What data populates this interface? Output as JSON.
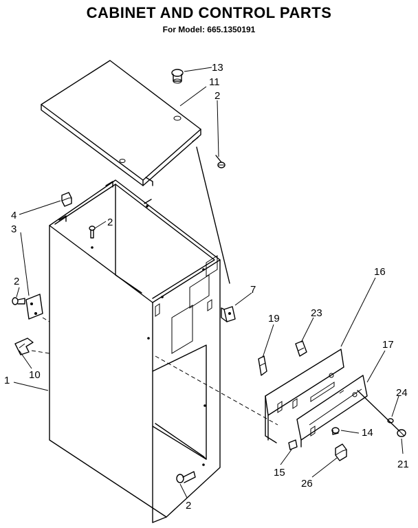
{
  "header": {
    "title": "CABINET AND CONTROL PARTS",
    "model_line": "For Model: 665.1350191"
  },
  "callouts": {
    "c13": "13",
    "c11": "11",
    "c2_top": "2",
    "c4": "4",
    "c3": "3",
    "c2_inner": "2",
    "c2_left": "2",
    "c10": "10",
    "c1": "1",
    "c7": "7",
    "c16": "16",
    "c19": "19",
    "c23": "23",
    "c17": "17",
    "c24": "24",
    "c14": "14",
    "c21": "21",
    "c15": "15",
    "c26": "26",
    "c2_bottom": "2"
  }
}
